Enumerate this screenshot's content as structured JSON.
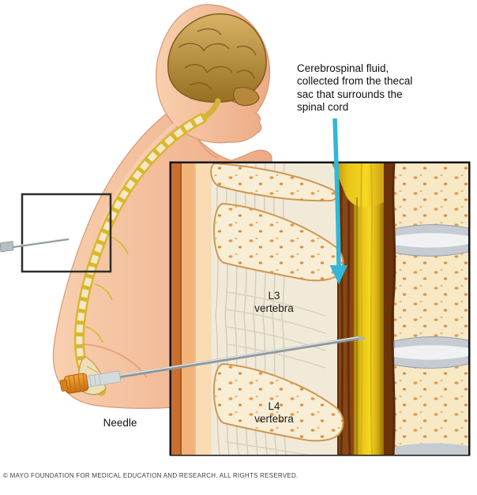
{
  "figure": {
    "annotation_csf": "Cerebrospinal fluid,\ncollected from the thecal\nsac that surrounds the\nspinal cord",
    "label_l3": "L3\nvertebra",
    "label_l4": "L4\nvertebra",
    "label_needle": "Needle"
  },
  "footer": {
    "copyright": "© MAYO FOUNDATION FOR MEDICAL EDUCATION AND RESEARCH. ALL RIGHTS RESERVED."
  },
  "icons": {
    "csf_arrow": "arrow-down-icon"
  },
  "colors": {
    "arrow_cyan": "#2fb8d9",
    "skin": "#f2b493",
    "spine_yellow": "#d9b72e",
    "csf_yellow": "#f4d41f",
    "bone_cream": "#f7e9c6",
    "epidural_brown": "#8a4614",
    "disc_gray": "#c6ccd2",
    "inset_border": "#141414"
  }
}
